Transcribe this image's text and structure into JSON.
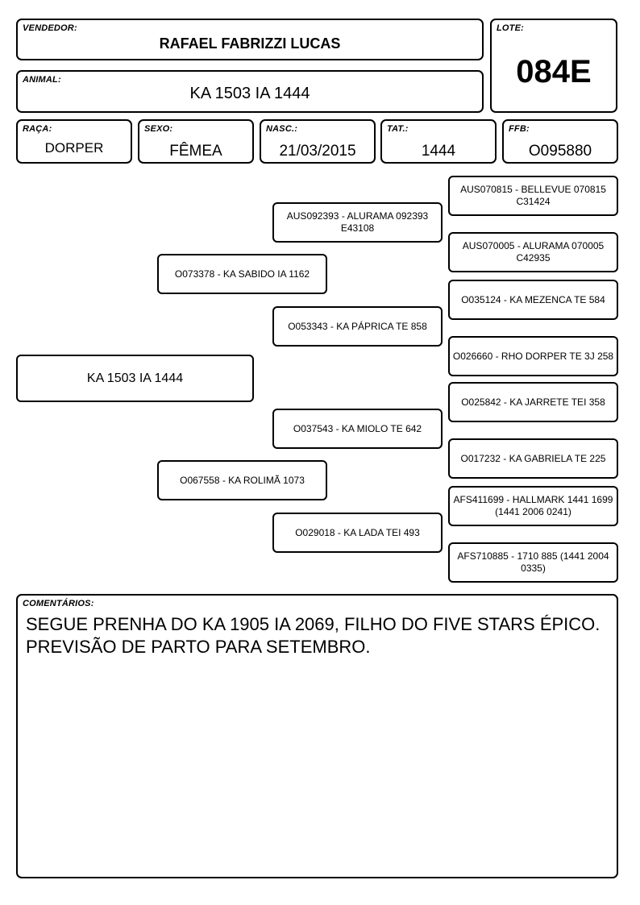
{
  "header": {
    "vendor_label": "VENDEDOR:",
    "vendor_name": "RAFAEL FABRIZZI LUCAS",
    "lot_label": "LOTE:",
    "lot_value": "084E",
    "animal_label": "ANIMAL:",
    "animal_value": "KA 1503 IA 1444"
  },
  "info": {
    "breed_label": "RAÇA:",
    "breed_value": "DORPER",
    "sex_label": "SEXO:",
    "sex_value": "FÊMEA",
    "birth_label": "NASC.:",
    "birth_value": "21/03/2015",
    "tattoo_label": "TAT.:",
    "tattoo_value": "1444",
    "ffb_label": "FFB:",
    "ffb_value": "O095880"
  },
  "pedigree": {
    "animal": "KA 1503 IA 1444",
    "sire": "O073378 - KA SABIDO IA 1162",
    "dam": "O067558 - KA ROLIMÃ 1073",
    "sire_sire": "AUS092393 - ALURAMA 092393 E43108",
    "sire_dam": "O053343 - KA PÁPRICA TE 858",
    "dam_sire": "O037543 - KA MIOLO TE 642",
    "dam_dam": "O029018 - KA LADA TEI 493",
    "ggp1": "AUS070815 - BELLEVUE 070815 C31424",
    "ggp2": "AUS070005 - ALURAMA 070005 C42935",
    "ggp3": "O035124 - KA MEZENCA TE 584",
    "ggp4": "O026660 - RHO DORPER TE 3J 258",
    "ggp5": "O025842 - KA JARRETE TEI 358",
    "ggp6": "O017232 - KA GABRIELA TE 225",
    "ggp7": "AFS411699 - HALLMARK 1441 1699 (1441 2006 0241)",
    "ggp8": "AFS710885 - 1710 885 (1441 2004 0335)"
  },
  "comments": {
    "label": "COMENTÁRIOS:",
    "text": "SEGUE PRENHA DO KA 1905 IA 2069, FILHO DO FIVE STARS ÉPICO. PREVISÃO DE PARTO PARA SETEMBRO."
  }
}
